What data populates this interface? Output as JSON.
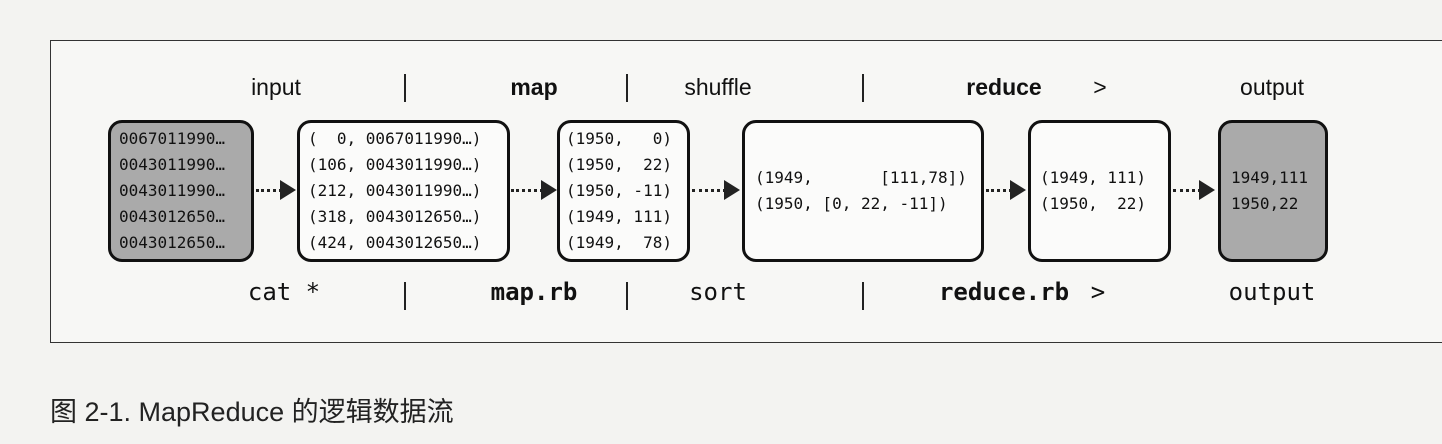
{
  "stages": {
    "top": {
      "input": "input",
      "map": "map",
      "shuffle": "shuffle",
      "reduce": "reduce",
      "reduce_arrow": ">",
      "output": "output"
    },
    "bottom": {
      "input": "cat *",
      "map": "map.rb",
      "shuffle": "sort",
      "reduce": "reduce.rb",
      "reduce_arrow": ">",
      "output": "output"
    },
    "separator": "|"
  },
  "boxes": {
    "input": {
      "lines": [
        "0067011990…",
        "0043011990…",
        "0043011990…",
        "0043012650…",
        "0043012650…"
      ],
      "fill": "#aaaaaa"
    },
    "map_input": {
      "lines": [
        "(  0, 0067011990…)",
        "(106, 0043011990…)",
        "(212, 0043011990…)",
        "(318, 0043012650…)",
        "(424, 0043012650…)"
      ]
    },
    "map_output": {
      "lines": [
        "(1950,   0)",
        "(1950,  22)",
        "(1950, -11)",
        "(1949, 111)",
        "(1949,  78)"
      ]
    },
    "shuffle_output": {
      "lines": [
        "(1949,       [111,78])",
        "(1950, [0, 22, -11])"
      ]
    },
    "reduce_output": {
      "lines": [
        "(1949, 111)",
        "(1950,  22)"
      ]
    },
    "output": {
      "lines": [
        "1949,111",
        "1950,22"
      ],
      "fill": "#aaaaaa"
    }
  },
  "caption": "图 2-1. MapReduce 的逻辑数据流"
}
